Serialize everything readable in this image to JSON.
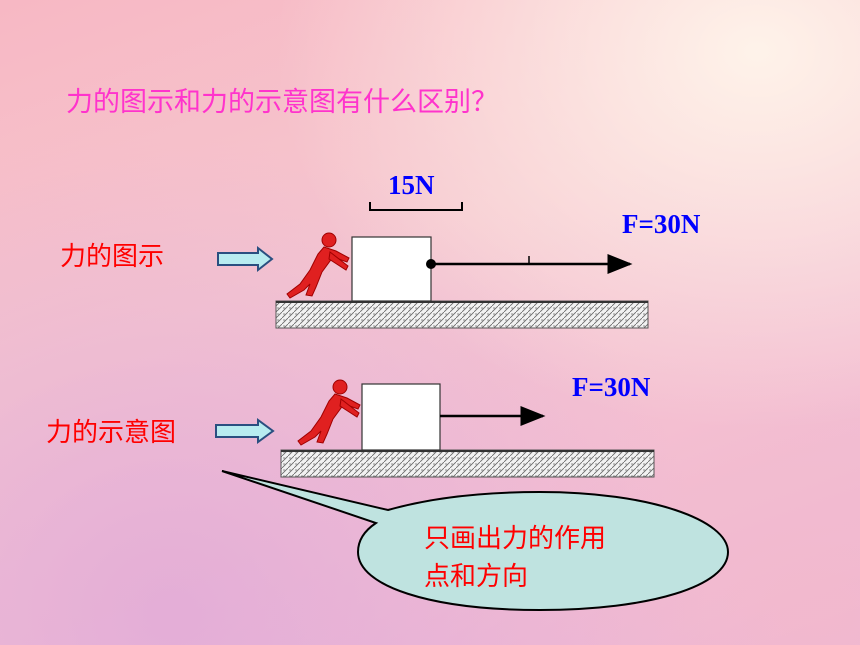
{
  "question": "力的图示和力的示意图有什么区别？",
  "diagram": {
    "label": "力的图示",
    "scale_label": "15N",
    "force_label": "F=30N"
  },
  "schematic": {
    "label": "力的示意图",
    "force_label": "F=30N"
  },
  "callout": {
    "line1": "只画出力的作用",
    "line2": "点和方向"
  },
  "colors": {
    "title": "#ff33cc",
    "label": "#ff0000",
    "force_text": "#0000ff",
    "callout_fill": "#bfe3e0",
    "pusher": "#e02020"
  }
}
